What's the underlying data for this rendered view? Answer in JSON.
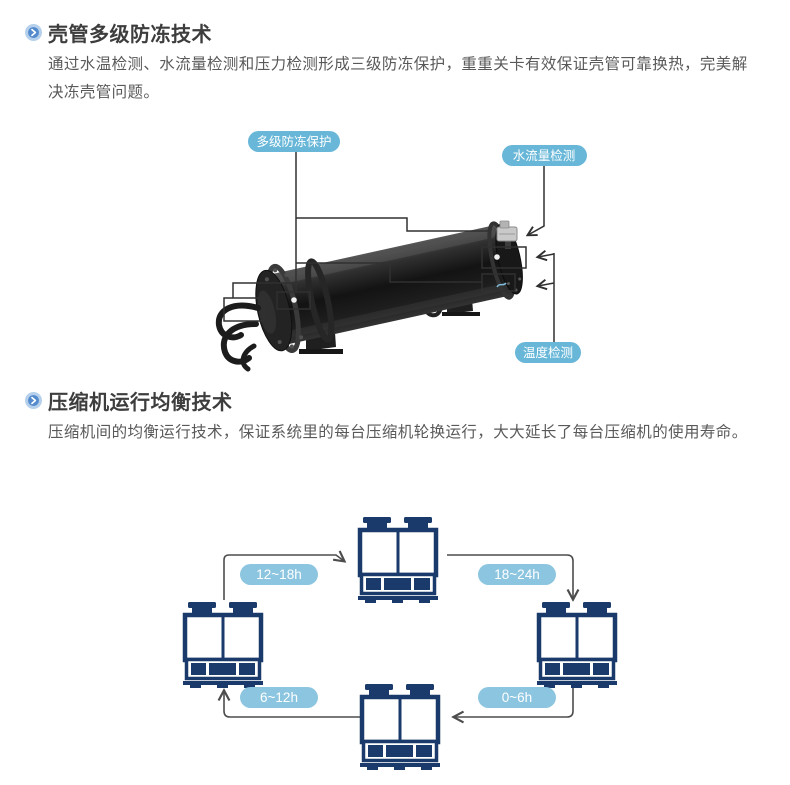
{
  "sections": [
    {
      "title": "壳管多级防冻技术",
      "body": "通过水温检测、水流量检测和压力检测形成三级防冻保护，重重关卡有效保证壳管可靠换热，完美解决冻壳管问题。"
    },
    {
      "title": "压缩机运行均衡技术",
      "body": "压缩机间的均衡运行技术，保证系统里的每台压缩机轮换运行，大大延长了每台压缩机的使用寿命。"
    }
  ],
  "figure1": {
    "callouts": {
      "multi_protection": "多级防冻保护",
      "water_flow": "水流量检测",
      "temperature": "温度检测"
    }
  },
  "figure2": {
    "time_labels": {
      "left_top": "12~18h",
      "top_right": "18~24h",
      "right_bottom": "0~6h",
      "bottom_left": "6~12h"
    }
  },
  "icons": {
    "section_bullet": "chevron-right-circle"
  },
  "colors": {
    "heading_text": "#3d3d3d",
    "body_text": "#595959",
    "callout_pill_blue": "#68b7d8",
    "cycle_pill_blue": "#8cc5e0",
    "chiller_navy": "#1a3a6b",
    "callout_line": "#303030",
    "cycle_arrow": "#4d4d4d",
    "bullet_outer_blue": "#b6d0ec",
    "bullet_inner_blue": "#5389cd"
  }
}
